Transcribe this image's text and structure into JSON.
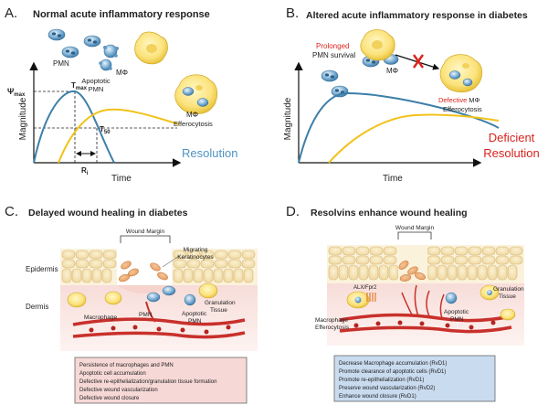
{
  "panelA": {
    "letter": "A.",
    "title": "Normal acute inflammatory response",
    "pmn": "PMN",
    "apoptotic_line1": "Apoptotic",
    "apoptotic_line2": "PMN",
    "mphi": "MΦ",
    "psi": "Ψ",
    "psi_sub": "max",
    "tmax": "T",
    "tmax_sub": "max",
    "t50": "T",
    "t50_sub": "50",
    "ri": "R",
    "ri_sub": "i",
    "mphi_curve_label": "MΦ",
    "efferocytosis": "Efferocytosis",
    "resolution": "Resolution",
    "ylabel": "Magnitude",
    "xlabel": "Time"
  },
  "panelB": {
    "letter": "B.",
    "title": "Altered acute inflammatory response in diabetes",
    "prolonged": "Prolonged",
    "pmn_survival": "PMN survival",
    "mphi": "MΦ",
    "defective": "Defective",
    "defective_mphi": "MΦ",
    "efferocytosis": "Efferocytosis",
    "deficient": "Deficient",
    "resolution": "Resolution",
    "ylabel": "Magnitude",
    "xlabel": "Time"
  },
  "panelC": {
    "letter": "C.",
    "title": "Delayed wound healing in diabetes",
    "wound_margin": "Wound Margin",
    "migrating": "Migrating",
    "keratinocytes": "Keratinocytes",
    "epidermis": "Epidermis",
    "dermis": "Dermis",
    "granulation1": "Granulation",
    "granulation2": "Tissue",
    "macrophage": "Macrophage",
    "pmn": "PMN",
    "apoptotic1": "Apoptotic",
    "apoptotic2": "PMN",
    "box_items": [
      "Persistence of macrophages and PMN",
      "Apoptotic cell accumulation",
      "Defective re-epithelialization/granulation tissue formation",
      "Defective wound vascularization",
      "Defective wound closure"
    ]
  },
  "panelD": {
    "letter": "D.",
    "title": "Resolvins enhance wound healing",
    "wound_margin": "Wound Margin",
    "receptor": "ALX/Fpr2",
    "granulation1": "Granulation",
    "granulation2": "Tissue",
    "macrophage1": "Macrophage",
    "macrophage2": "Efferocytosis",
    "apoptotic1": "Apoptotic",
    "apoptotic2": "PMN",
    "box_items": [
      "Decrease Macrophage accumulation (RvD1)",
      "Promote clearance of apoptotic cells (RvD1)",
      "Promote  re-epithelialization (RvD1)",
      "Preserve wound vascularization (RvD2)",
      "Enhance wound closure (RvD1)"
    ]
  },
  "colors": {
    "pmn_curve": "#3d7fa8",
    "mphi_curve": "#f2c21b",
    "resolution_text": "#4f93c4",
    "alert_red": "#d9231d",
    "pink_box": "#f6d9d7",
    "blue_box": "#c9dbef",
    "keratinocyte": "#f6e3b4",
    "dermis": "#f3d3cf",
    "vessel": "#c8302b"
  }
}
